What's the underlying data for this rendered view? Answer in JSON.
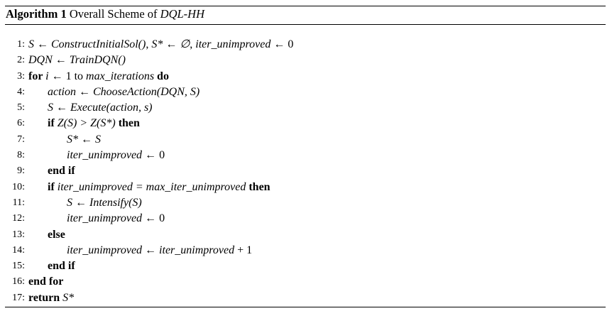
{
  "algorithm": {
    "label": "Algorithm 1",
    "title_prefix": "Overall Scheme of",
    "title_name": "DQL-HH"
  },
  "lines": [
    {
      "num": "1:",
      "indent": 0,
      "tokens": [
        {
          "t": "S ← ",
          "s": "it"
        },
        {
          "t": "ConstructInitialSol()",
          "s": "it"
        },
        {
          "t": ", ",
          "s": ""
        },
        {
          "t": "S* ← ∅",
          "s": "it"
        },
        {
          "t": ", ",
          "s": ""
        },
        {
          "t": "iter_unimproved ← ",
          "s": "it"
        },
        {
          "t": "0",
          "s": ""
        }
      ]
    },
    {
      "num": "2:",
      "indent": 0,
      "tokens": [
        {
          "t": "DQN ← ",
          "s": "it"
        },
        {
          "t": "TrainDQN()",
          "s": "it"
        }
      ]
    },
    {
      "num": "3:",
      "indent": 0,
      "tokens": [
        {
          "t": "for ",
          "s": "kw"
        },
        {
          "t": "i ← ",
          "s": "it"
        },
        {
          "t": "1 to ",
          "s": ""
        },
        {
          "t": "max_iterations ",
          "s": "it"
        },
        {
          "t": "do",
          "s": "kw"
        }
      ]
    },
    {
      "num": "4:",
      "indent": 1,
      "tokens": [
        {
          "t": "action ← ChooseAction(DQN, S)",
          "s": "it"
        }
      ]
    },
    {
      "num": "5:",
      "indent": 1,
      "tokens": [
        {
          "t": "S ← Execute(action, s)",
          "s": "it"
        }
      ]
    },
    {
      "num": "6:",
      "indent": 1,
      "tokens": [
        {
          "t": "if ",
          "s": "kw"
        },
        {
          "t": "Z(S) > Z(S*) ",
          "s": "it"
        },
        {
          "t": "then",
          "s": "kw"
        }
      ]
    },
    {
      "num": "7:",
      "indent": 2,
      "tokens": [
        {
          "t": "S* ← S",
          "s": "it"
        }
      ]
    },
    {
      "num": "8:",
      "indent": 2,
      "tokens": [
        {
          "t": "iter_unimproved ← ",
          "s": "it"
        },
        {
          "t": "0",
          "s": ""
        }
      ]
    },
    {
      "num": "9:",
      "indent": 1,
      "tokens": [
        {
          "t": "end if",
          "s": "kw"
        }
      ]
    },
    {
      "num": "10:",
      "indent": 1,
      "tokens": [
        {
          "t": "if ",
          "s": "kw"
        },
        {
          "t": "iter_unimproved = max_iter_unimproved ",
          "s": "it"
        },
        {
          "t": "then",
          "s": "kw"
        }
      ]
    },
    {
      "num": "11:",
      "indent": 2,
      "tokens": [
        {
          "t": "S ← Intensify(S)",
          "s": "it"
        }
      ]
    },
    {
      "num": "12:",
      "indent": 2,
      "tokens": [
        {
          "t": "iter_unimproved ← ",
          "s": "it"
        },
        {
          "t": "0",
          "s": ""
        }
      ]
    },
    {
      "num": "13:",
      "indent": 1,
      "tokens": [
        {
          "t": "else",
          "s": "kw"
        }
      ]
    },
    {
      "num": "14:",
      "indent": 2,
      "tokens": [
        {
          "t": "iter_unimproved ← iter_unimproved ",
          "s": "it"
        },
        {
          "t": "+ 1",
          "s": ""
        }
      ]
    },
    {
      "num": "15:",
      "indent": 1,
      "tokens": [
        {
          "t": "end if",
          "s": "kw"
        }
      ]
    },
    {
      "num": "16:",
      "indent": 0,
      "tokens": [
        {
          "t": "end for",
          "s": "kw"
        }
      ]
    },
    {
      "num": "17:",
      "indent": 0,
      "tokens": [
        {
          "t": "return ",
          "s": "kw"
        },
        {
          "t": "S*",
          "s": "it"
        }
      ]
    }
  ]
}
